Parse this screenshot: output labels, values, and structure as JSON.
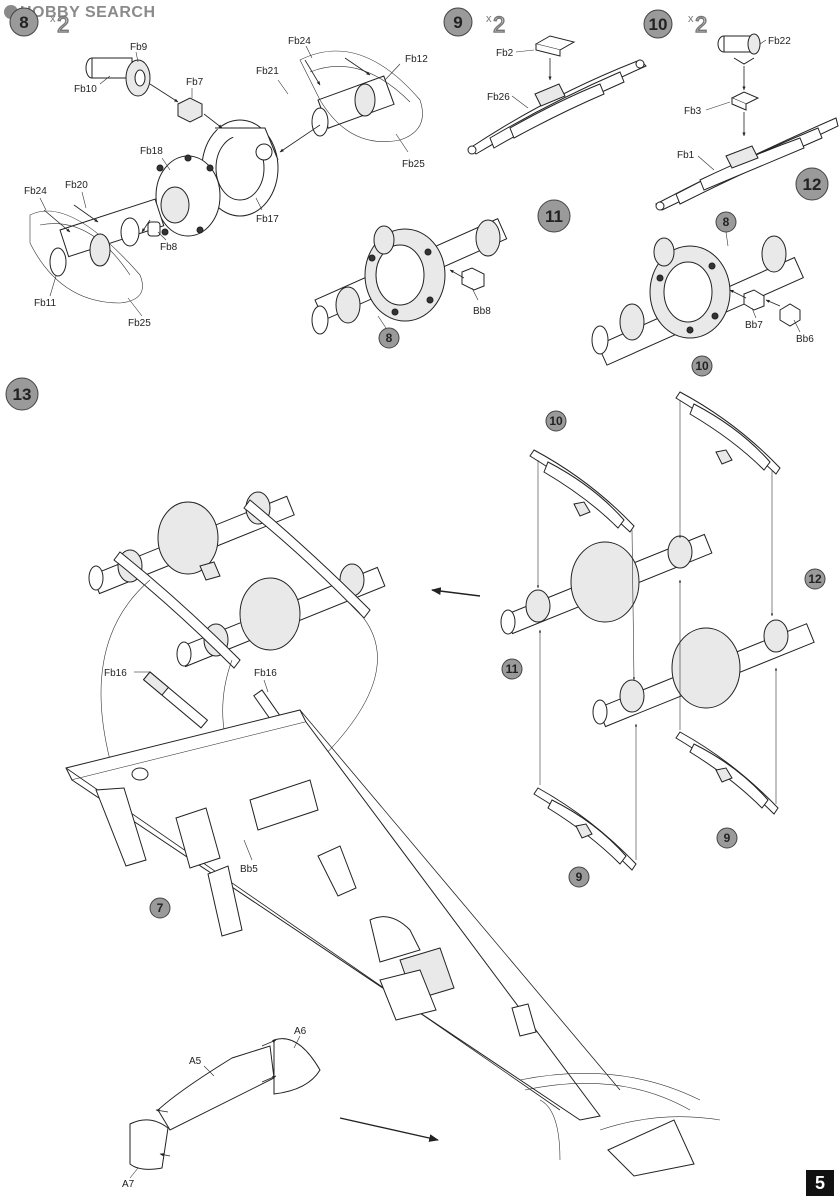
{
  "watermark": {
    "text": "HOBBY SEARCH"
  },
  "page_number": "5",
  "steps": {
    "s8": {
      "number": "8",
      "multiplier": "2",
      "x": "x"
    },
    "s9": {
      "number": "9",
      "multiplier": "2",
      "x": "x"
    },
    "s10": {
      "number": "10",
      "multiplier": "2",
      "x": "x"
    },
    "s11": {
      "number": "11"
    },
    "s12": {
      "number": "12"
    },
    "s13": {
      "number": "13"
    }
  },
  "labels": {
    "fb9": "Fb9",
    "fb10": "Fb10",
    "fb7": "Fb7",
    "fb24a": "Fb24",
    "fb12": "Fb12",
    "fb21": "Fb21",
    "fb25a": "Fb25",
    "fb18": "Fb18",
    "fb17": "Fb17",
    "fb24b": "Fb24",
    "fb20": "Fb20",
    "fb8": "Fb8",
    "fb11": "Fb11",
    "fb25b": "Fb25",
    "fb2": "Fb2",
    "fb26": "Fb26",
    "fb22": "Fb22",
    "fb3": "Fb3",
    "fb1": "Fb1",
    "bb8": "Bb8",
    "bb7": "Bb7",
    "bb6": "Bb6",
    "fb16a": "Fb16",
    "fb16b": "Fb16",
    "bb5": "Bb5",
    "a5": "A5",
    "a6": "A6",
    "a7": "A7"
  },
  "refs": {
    "r8a": "8",
    "r8b": "8",
    "r10a": "10",
    "r10b": "10",
    "r12": "12",
    "r11": "11",
    "r9a": "9",
    "r9b": "9",
    "r7": "7"
  }
}
